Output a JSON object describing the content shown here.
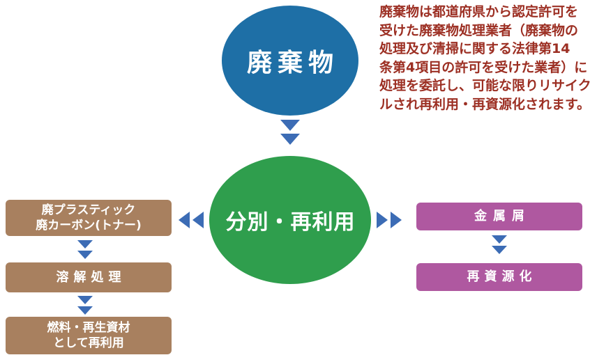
{
  "nodes": {
    "waste": "廃棄物",
    "sort": "分別・再利用",
    "left1_line1": "廃プラスティック",
    "left1_line2": "廃カーボン(トナー)",
    "left2": "溶解処理",
    "left3_line1": "燃料・再生資材",
    "left3_line2": "として再利用",
    "right1": "金属屑",
    "right2": "再資源化"
  },
  "note": {
    "lines": [
      "廃棄物は都道府県から認定許可を",
      "受けた廃棄物処理業者（廃棄物の",
      "処理及び清掃に関する法律第14",
      "条第4項目の許可を受けた業者）に",
      "処理を委託し、可能な限りリサイク",
      "ルされ再利用・再資源化されます。"
    ]
  },
  "colors": {
    "waste_ellipse": "#1e6fa6",
    "sort_ellipse": "#2f9e4d",
    "left_box": "#a8805f",
    "right_box": "#af58a0",
    "arrow": "#3c6cb5",
    "note_text": "#9c2f23"
  }
}
